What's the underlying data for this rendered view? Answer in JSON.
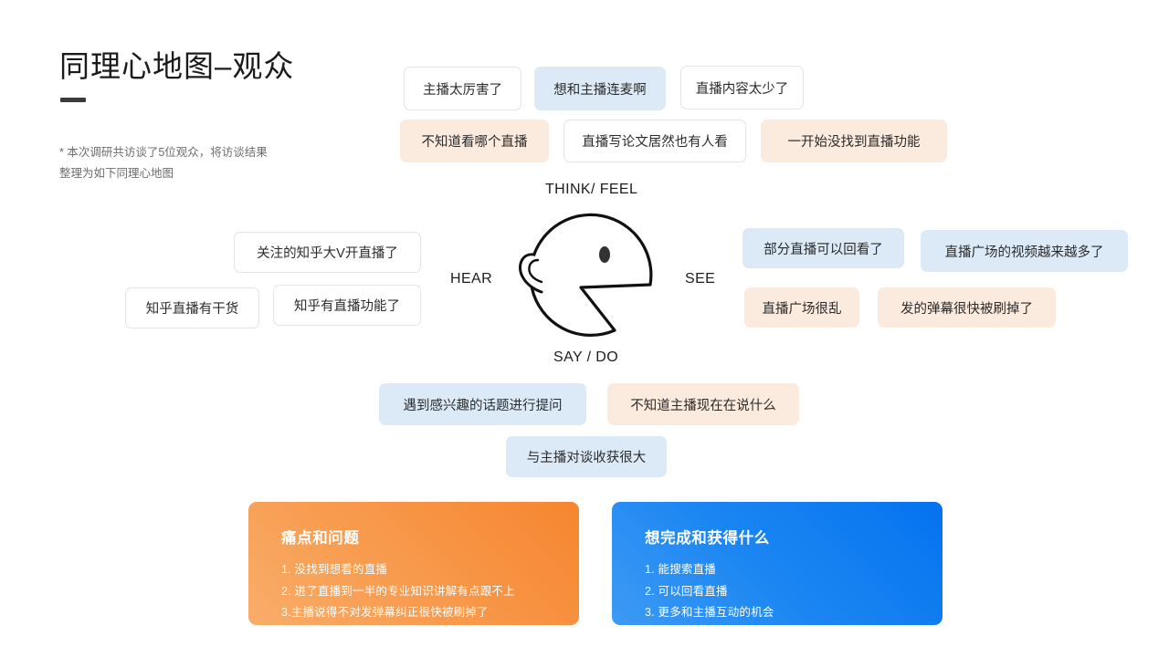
{
  "header": {
    "title": "同理心地图–观众",
    "subtitle": "* 本次调研共访谈了5位观众，将访谈结果整理为如下同理心地图"
  },
  "quadrant_labels": {
    "think_feel": "THINK/ FEEL",
    "hear": "HEAR",
    "see": "SEE",
    "say_do": "SAY / DO"
  },
  "colors": {
    "blue_chip": "#dceaf8",
    "peach_chip": "#fbeade",
    "white_chip": "#ffffff",
    "chip_border": "#e4e4e4",
    "orange_card": "#f5862f",
    "blue_card": "#0573ef",
    "title": "#1b1b1b",
    "subtitle": "#6d6d6d"
  },
  "think_feel_notes": [
    {
      "text": "主播太厉害了",
      "style": "white"
    },
    {
      "text": "想和主播连麦啊",
      "style": "blue"
    },
    {
      "text": "直播内容太少了",
      "style": "white"
    },
    {
      "text": "不知道看哪个直播",
      "style": "peach"
    },
    {
      "text": "直播写论文居然也有人看",
      "style": "white"
    },
    {
      "text": "一开始没找到直播功能",
      "style": "peach"
    }
  ],
  "hear_notes": [
    {
      "text": "关注的知乎大V开直播了",
      "style": "white"
    },
    {
      "text": "知乎直播有干货",
      "style": "white"
    },
    {
      "text": "知乎有直播功能了",
      "style": "white"
    }
  ],
  "see_notes": [
    {
      "text": "部分直播可以回看了",
      "style": "blue"
    },
    {
      "text": "直播广场的视频越来越多了",
      "style": "blue"
    },
    {
      "text": "直播广场很乱",
      "style": "peach"
    },
    {
      "text": "发的弹幕很快被刷掉了",
      "style": "peach"
    }
  ],
  "say_do_notes": [
    {
      "text": "遇到感兴趣的话题进行提问",
      "style": "blue"
    },
    {
      "text": "不知道主播现在在说什么",
      "style": "peach"
    },
    {
      "text": "与主播对谈收获很大",
      "style": "blue"
    }
  ],
  "summary_cards": [
    {
      "title": "痛点和问题",
      "items": [
        "1. 没找到想看的直播",
        "2. 进了直播到一半的专业知识讲解有点跟不上",
        "3.主播说得不对发弹幕纠正很快被刷掉了"
      ]
    },
    {
      "title": "想完成和获得什么",
      "items": [
        "1. 能搜索直播",
        "2. 可以回看直播",
        "3. 更多和主播互动的机会"
      ]
    }
  ]
}
